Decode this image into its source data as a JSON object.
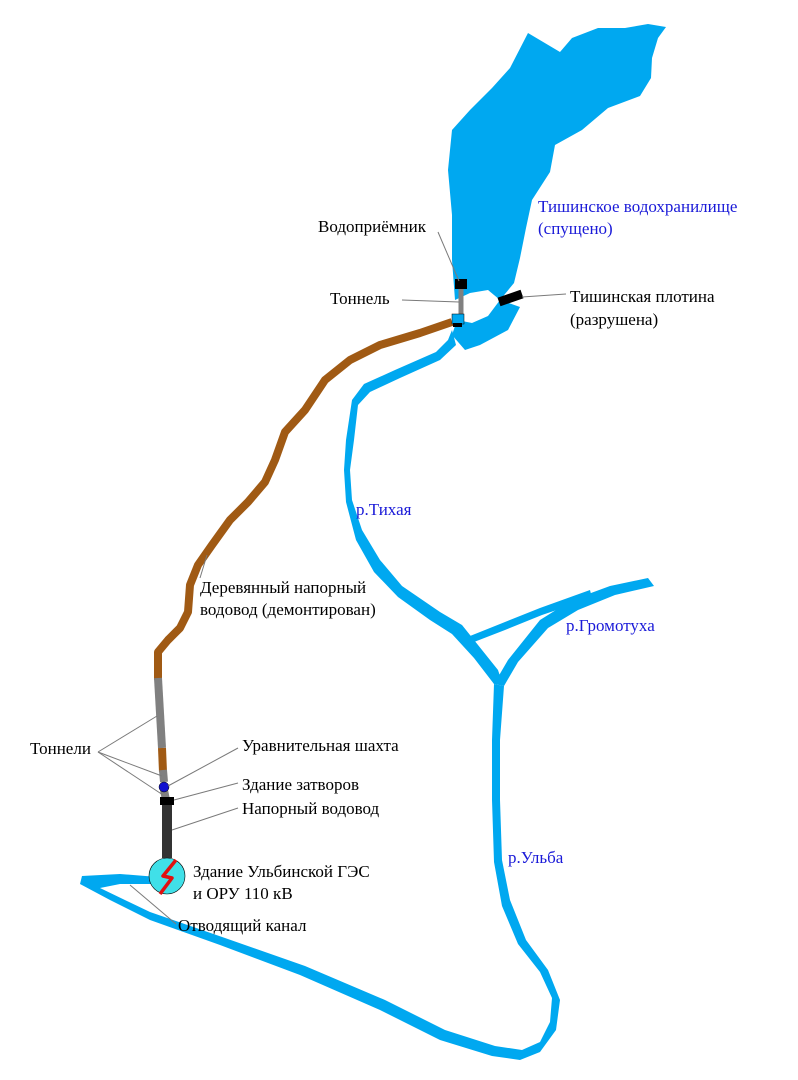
{
  "colors": {
    "water": "#00a8f0",
    "wood_pipe": "#a05a14",
    "tunnel": "#808080",
    "steel_pipe": "#333333",
    "gate": "#000000",
    "shaft": "#1010d0",
    "plant_fill": "#40e0e8",
    "plant_symbol": "#e01010",
    "label_text": "#000000",
    "water_label_text": "#1a1ad8"
  },
  "water_labels": {
    "reservoir_line1": "Тишинское водохранилище",
    "reservoir_line2": "(спущено)",
    "river_tikhaya": "р.Тихая",
    "river_gromotukha": "р.Громотуха",
    "river_ulba": "р.Ульба"
  },
  "labels": {
    "intake": "Водоприёмник",
    "tunnel_top": "Тоннель",
    "dam_line1": "Тишинская плотина",
    "dam_line2": "(разрушена)",
    "wood_pipe_line1": "Деревянный напорный",
    "wood_pipe_line2": "водовод (демонтирован)",
    "tunnels": "Тоннели",
    "surge_shaft": "Уравнительная шахта",
    "gate_house": "Здание затворов",
    "penstock": "Напорный водовод",
    "plant_line1": "Здание Ульбинской ГЭС",
    "plant_line2": "и ОРУ 110 кВ",
    "tailrace": "Отводящий канал"
  },
  "icons": {
    "plant": "lightning-bolt-icon"
  }
}
